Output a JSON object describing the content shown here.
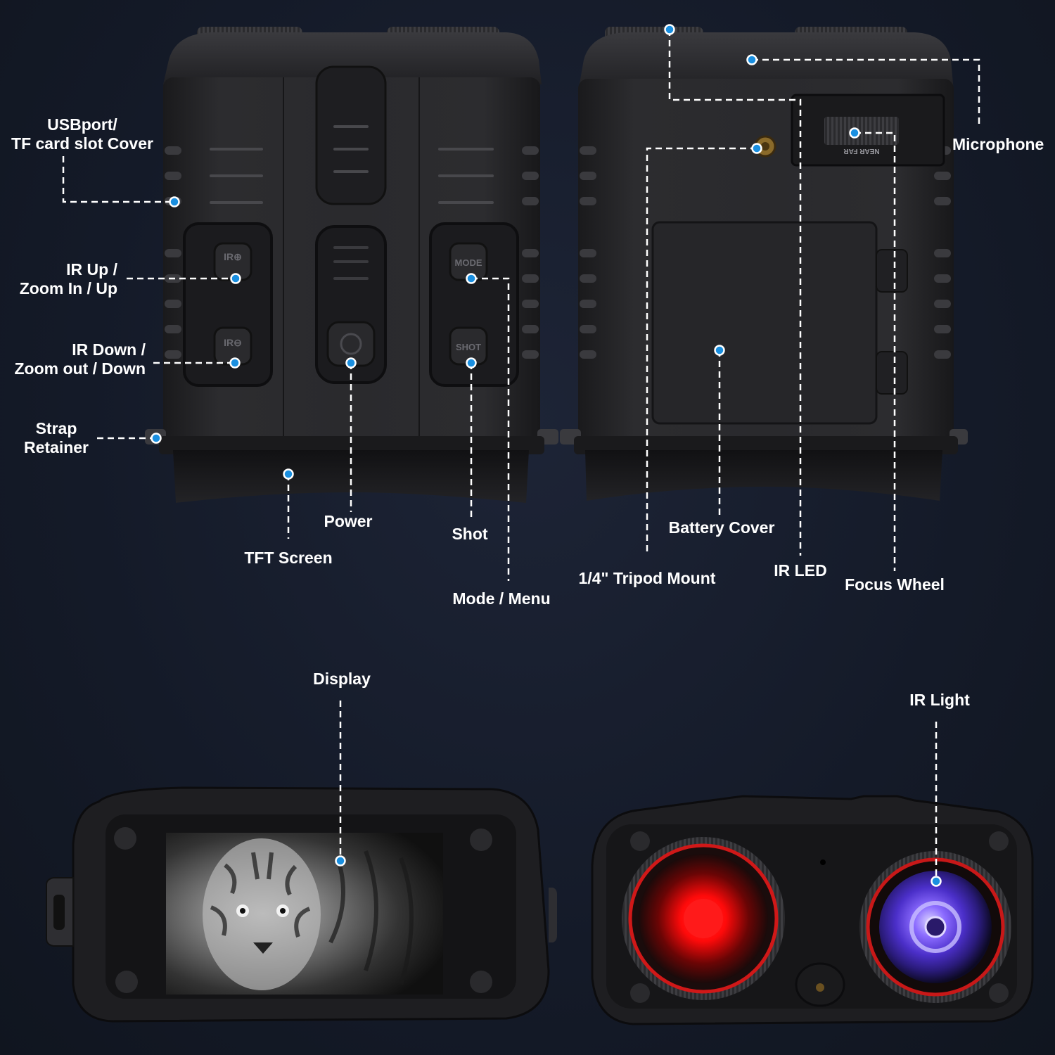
{
  "colors": {
    "background": "#141a28",
    "leader_line": "#ffffff",
    "marker": "#1a8fe0",
    "ir_red": "#ff1010",
    "lens_purple": "#7a3cff"
  },
  "device_markings": {
    "ir_up": "IR⊕",
    "ir_down": "IR⊖",
    "mode": "MODE",
    "shot": "SHOT",
    "focus": "NEAR FAR"
  },
  "labels": {
    "usb_1": "USBport/",
    "usb_2": "TF card slot Cover",
    "ir_up_1": "IR Up /",
    "ir_up_2": "Zoom In / Up",
    "ir_down_1": "IR Down /",
    "ir_down_2": "Zoom out / Down",
    "strap_1": "Strap",
    "strap_2": "Retainer",
    "power": "Power",
    "tft": "TFT Screen",
    "shot": "Shot",
    "mode": "Mode / Menu",
    "microphone": "Microphone",
    "battery": "Battery Cover",
    "tripod": "1/4\" Tripod Mount",
    "ir_led": "IR LED",
    "focus": "Focus Wheel",
    "display": "Display",
    "ir_light": "IR Light"
  }
}
